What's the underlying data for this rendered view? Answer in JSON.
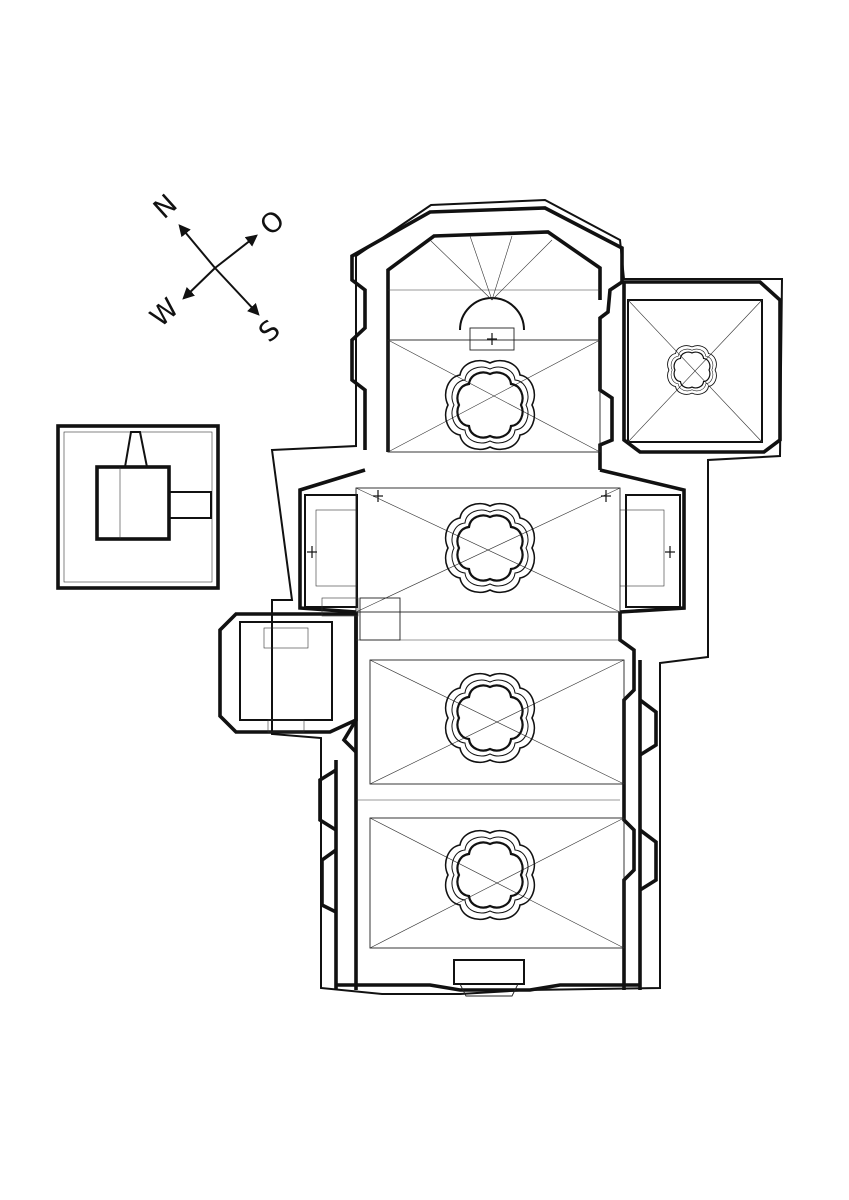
{
  "compass": {
    "north": "N",
    "east": "O",
    "south": "S",
    "west": "W"
  },
  "colors": {
    "ink": "#111111",
    "paper": "#ffffff"
  }
}
